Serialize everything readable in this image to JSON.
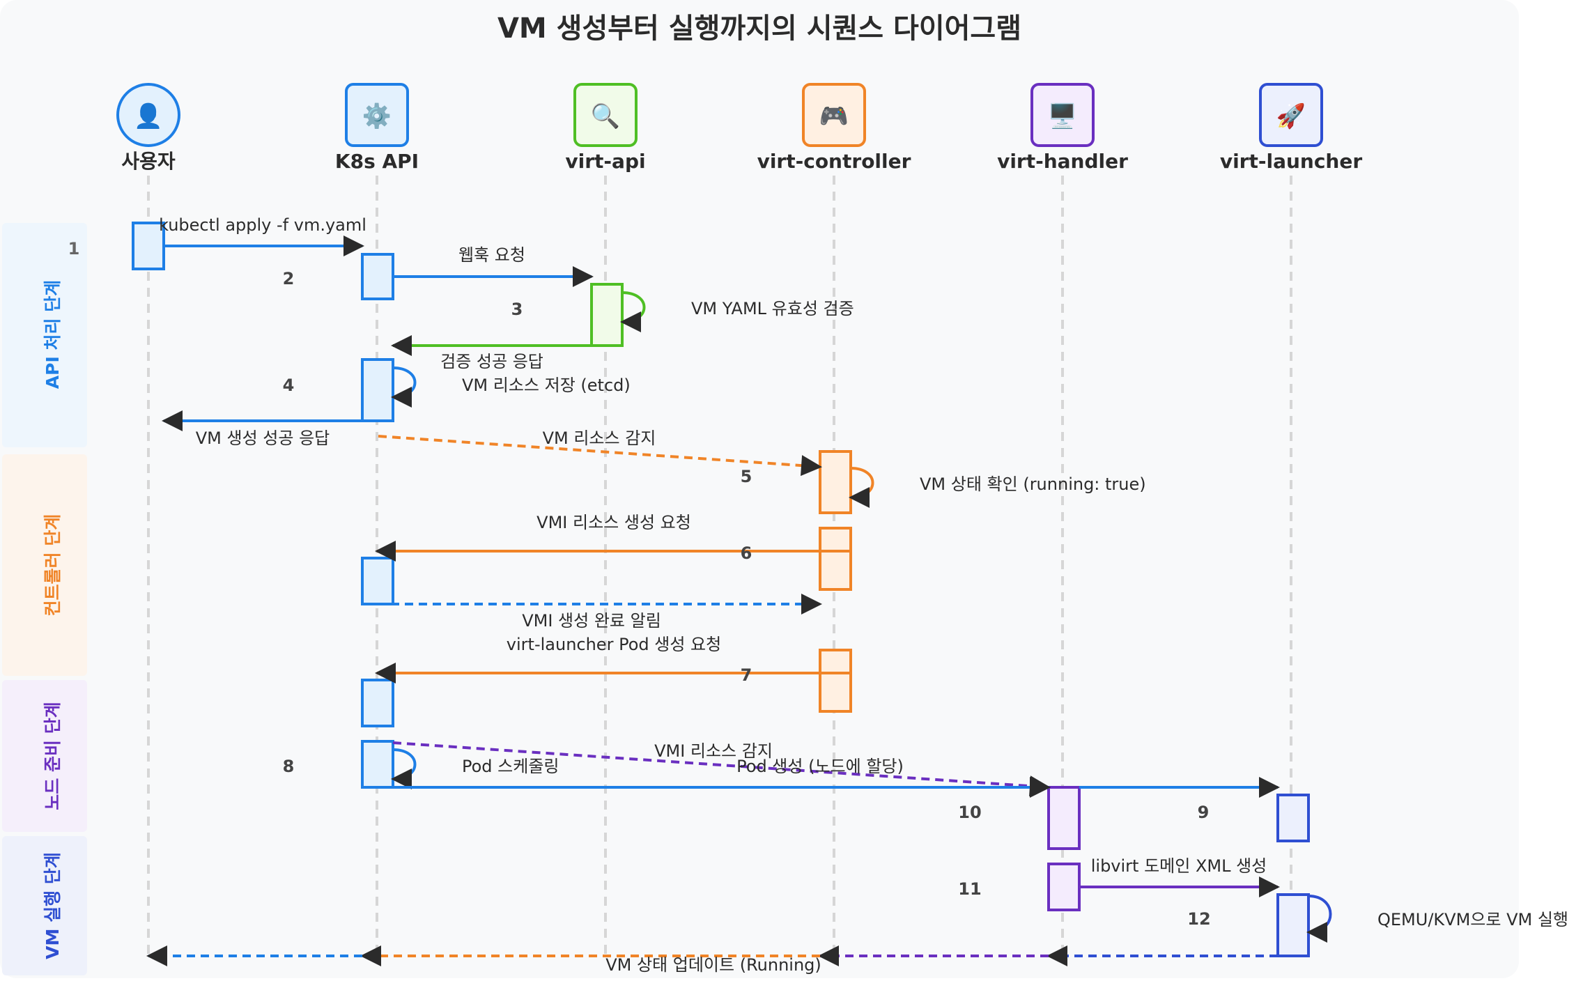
{
  "title": "VM 생성부터 실행까지의 시퀀스 다이어그램",
  "colors": {
    "background": "#f8f9fa",
    "blue": "#1e7fe6",
    "green": "#4fbf24",
    "orange": "#f08427",
    "purple": "#6a2fc0",
    "indigo": "#2f4fd2"
  },
  "participants": [
    {
      "id": "user",
      "label": "사용자",
      "icon": "user-icon",
      "glyph": "👤",
      "color": "#1e7fe6",
      "fill": "#e3f1fd"
    },
    {
      "id": "k8s",
      "label": "K8s API",
      "icon": "gear-icon",
      "glyph": "⚙️",
      "color": "#1e7fe6",
      "fill": "#e3f1fd"
    },
    {
      "id": "virtapi",
      "label": "virt-api",
      "icon": "magnifier-icon",
      "glyph": "🔍",
      "color": "#4fbf24",
      "fill": "#f1fbe9"
    },
    {
      "id": "controller",
      "label": "virt-controller",
      "icon": "gamepad-icon",
      "glyph": "🎮",
      "color": "#f08427",
      "fill": "#fff0e2"
    },
    {
      "id": "handler",
      "label": "virt-handler",
      "icon": "monitor-icon",
      "glyph": "🖥️",
      "color": "#6a2fc0",
      "fill": "#f4ecfd"
    },
    {
      "id": "launcher",
      "label": "virt-launcher",
      "icon": "rocket-icon",
      "glyph": "🚀",
      "color": "#2f4fd2",
      "fill": "#ecf0fd"
    }
  ],
  "phases": [
    {
      "label": "API 처리 단계",
      "color": "#1e7fe6",
      "fill": "#eef6fd"
    },
    {
      "label": "컨트롤러 단계",
      "color": "#f08427",
      "fill": "#fdf4ec"
    },
    {
      "label": "노드 준비 단계",
      "color": "#6a2fc0",
      "fill": "#f5effb"
    },
    {
      "label": "VM 실행 단계",
      "color": "#2f4fd2",
      "fill": "#eef1fb"
    }
  ],
  "steps": [
    "1",
    "2",
    "3",
    "4",
    "5",
    "6",
    "7",
    "8",
    "9",
    "10",
    "11",
    "12"
  ],
  "messages": {
    "m1": "kubectl apply -f vm.yaml",
    "m2": "웹훅 요청",
    "m3": "VM YAML 유효성 검증",
    "m4": "검증 성공 응답",
    "m5": "VM 리소스 저장 (etcd)",
    "m6": "VM 생성 성공 응답",
    "m7": "VM 리소스 감지",
    "m8": "VM 상태 확인 (running: true)",
    "m9": "VMI 리소스 생성 요청",
    "m10": "VMI 생성 완료 알림",
    "m11": "virt-launcher Pod 생성 요청",
    "m12": "VMI 리소스 감지",
    "m13": "Pod 스케줄링",
    "m14": "Pod 생성 (노드에 할당)",
    "m15": "libvirt 도메인 XML 생성",
    "m16": "QEMU/KVM으로 VM 실행",
    "m17": "VM 상태 업데이트 (Running)"
  }
}
